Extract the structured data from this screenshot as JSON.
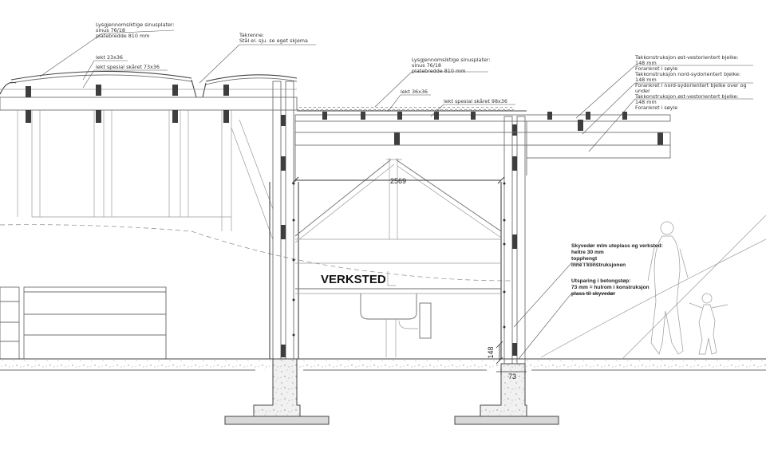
{
  "annotations": {
    "roof_left": [
      "Lysgjennomsiktige sinusplater:",
      "sinus 76/18",
      "platebredde 810 mm"
    ],
    "gutter": [
      "Takrenne:",
      "Stål el. sju. se eget skjema"
    ],
    "lekt_left_1": "lekt 23x36",
    "lekt_left_2": "lekt spesial skåret 73x36",
    "roof_right": [
      "Lysgjennomsiktige sinusplater:",
      "sinus 76/18",
      "platebredde 810 mm"
    ],
    "lekt_right_1": "lekt 36x36",
    "lekt_right_2": "lekt spesial skåret 98x36",
    "roof_construction": [
      "Takkonstruksjon øst-vestorientert bjelke:",
      "148 mm",
      "Forankret i søyle",
      "Takkonstruksjon nord-sydorientert bjelke:",
      "148 mm",
      "Forankret i nord-sydorientert bjelke over og",
      "under",
      "Takkonstruksjon øst-vestorientert bjelke:",
      "148 mm",
      "Forankret i søyle"
    ],
    "sliding_door": [
      "Skyvedør mlm uteplass og verksted:",
      "heltre 30 mm",
      "topphengt",
      "inne i konstruksjonen"
    ],
    "recess": [
      "Utsparing i betongstøp:",
      "73 mm = hulrom i konstruksjon",
      "plass til skyvedør"
    ]
  },
  "room_label": "VERKSTED",
  "dimensions": {
    "span": "2569",
    "height": "148",
    "recess_width": "73"
  }
}
